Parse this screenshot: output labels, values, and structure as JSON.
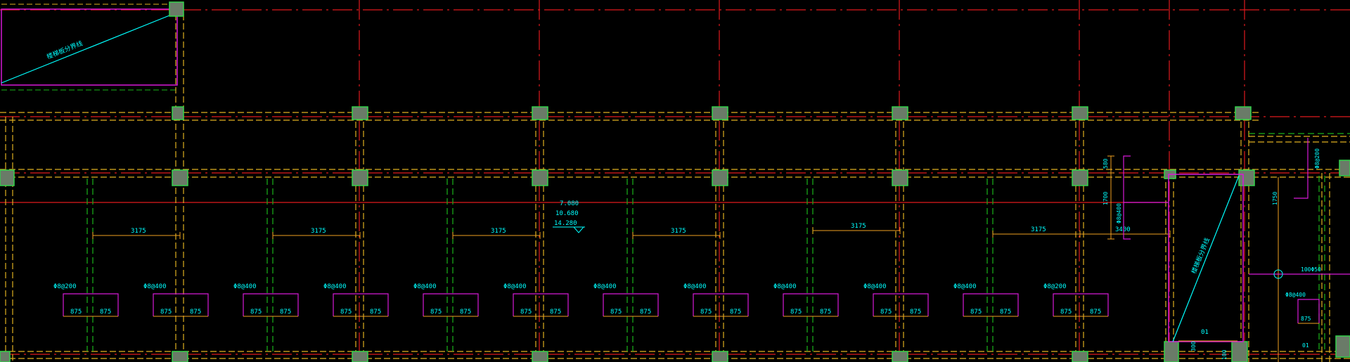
{
  "colors": {
    "background": "#000000",
    "axis": "#e0191e",
    "beam": "#e0b020",
    "slab": "#19b419",
    "rebar": "#d719d7",
    "dim": "#f0a020",
    "text": "#00ffff",
    "column_fill": "#6a7b68",
    "column_edge": "#33d24a"
  },
  "elevations": [
    "7.080",
    "10.680",
    "14.280"
  ],
  "top_dims": {
    "spans": [
      "3175",
      "3175",
      "3175",
      "3175",
      "3175",
      "3175"
    ],
    "extra": "3400"
  },
  "rebar_notes": [
    "Φ8@200",
    "Φ8@400",
    "Φ8@400",
    "Φ8@400",
    "Φ8@400",
    "Φ8@400",
    "Φ8@400",
    "Φ8@400",
    "Φ8@400",
    "Φ8@400",
    "Φ8@400",
    "Φ8@200"
  ],
  "bottom_dim_value": "875",
  "right_side": {
    "dim_580": "580",
    "dim_1700": "1700",
    "note_vertical": "Φ8@400",
    "label_01a": "01",
    "label_01b": "01",
    "dim_300": "300",
    "dim_100": "100",
    "dim_1750": "1750",
    "note_top_right": "Φ8@200",
    "note_lower_right": "Φ8@400",
    "note_dim_right": "100Φ50",
    "dim_875_right": "875"
  },
  "diagonal_labels": {
    "top_left": "楼梯板分界线",
    "stair": "楼梯板分界线"
  }
}
